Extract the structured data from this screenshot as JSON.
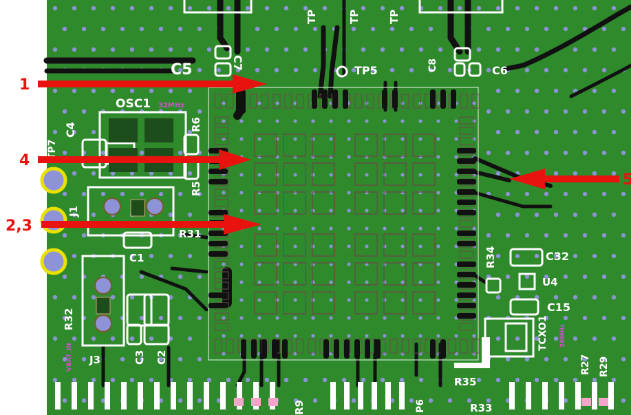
{
  "colors": {
    "board": "#2f8a2c",
    "silk": "#ffffff",
    "trace": "#111111",
    "via": "#8d93d6",
    "pad_outline": "#6a4a4a",
    "arrow": "#e8130f",
    "magenta": "#d34fd1",
    "ring": "#e9e100"
  },
  "callouts": [
    {
      "id": "1",
      "text": "1"
    },
    {
      "id": "4",
      "text": "4"
    },
    {
      "id": "23",
      "text": "2,3"
    },
    {
      "id": "5",
      "text": "5"
    }
  ],
  "silkscreen": {
    "c5": "C5",
    "c7": "C7",
    "tp5": "TP5",
    "c8": "C8",
    "c6": "C6",
    "osc1": "OSC1",
    "osc1_freq": "32MHz",
    "c4": "C4",
    "r6": "R6",
    "r5": "R5",
    "j1": "J1",
    "r31": "R31",
    "c1": "C1",
    "r34": "R34",
    "c32": "C32",
    "u4": "U4",
    "c15": "C15",
    "tcxo1": "TCXO1",
    "tcxo_freq": "26MHz",
    "r32": "R32",
    "vbat_in": "VBAT_IN",
    "j3": "J3",
    "c3": "C3",
    "c2": "C2",
    "r35": "R35",
    "r33": "R33",
    "r9": "R9",
    "p6": "P6",
    "r27": "R27",
    "r29": "R29",
    "tp_a": "TP",
    "tp_b": "TP",
    "tp_c": "TP",
    "tp_left": "TP7"
  }
}
